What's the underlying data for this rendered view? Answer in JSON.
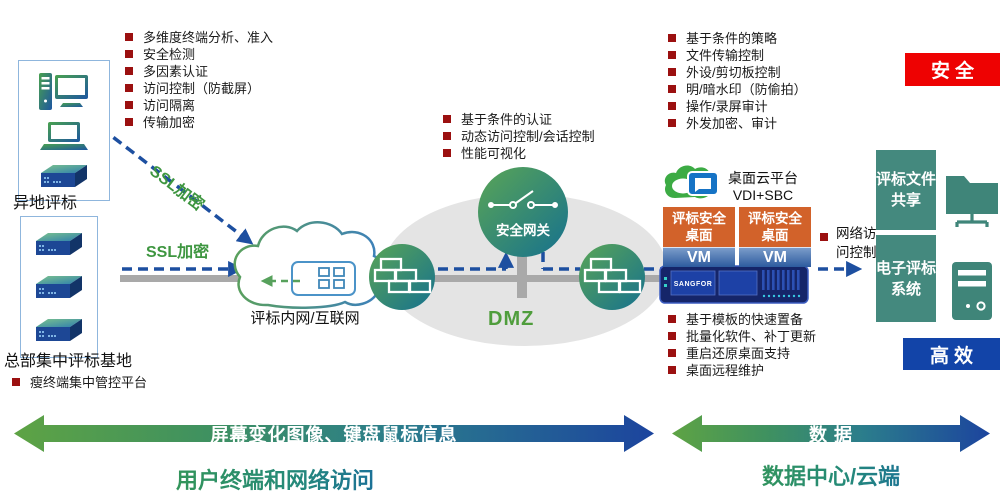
{
  "lists": {
    "endpoint": {
      "items": [
        "多维度终端分析、准入",
        "安全检测",
        "多因素认证",
        "访问控制（防截屏）",
        "访问隔离",
        "传输加密"
      ]
    },
    "gateway": {
      "items": [
        "基于条件的认证",
        "动态访问控制/会话控制",
        "性能可视化"
      ]
    },
    "desktop_security": {
      "items": [
        "基于条件的策略",
        "文件传输控制",
        "外设/剪切板控制",
        "明/暗水印（防偷拍）",
        "操作/录屏审计",
        "外发加密、审计"
      ]
    },
    "desktop_ops": {
      "items": [
        "基于模板的快速置备",
        "批量化软件、补丁更新",
        "重启还原桌面支持",
        "桌面远程维护"
      ]
    },
    "thin_terminal": {
      "items": [
        "瘦终端集中管控平台"
      ]
    }
  },
  "left": {
    "remote_site_label": "异地评标",
    "hq_site_label": "总部集中评标基地",
    "ssl_encrypt_1": "SSL加密",
    "ssl_encrypt_2": "SSL加密"
  },
  "network": {
    "cloud_label": "评标内网/互联网",
    "dmz_label": "DMZ",
    "gateway_label": "安全网关"
  },
  "datacenter": {
    "platform_title": "桌面云平台",
    "platform_subtitle": "VDI+SBC",
    "desktop_box_1": "评标安全桌面",
    "desktop_box_2": "评标安全桌面",
    "vm_1": "VM",
    "vm_2": "VM",
    "server_brand": "SANGFOR",
    "network_access_label": "网络访问控制",
    "file_share_label": "评标文件共享",
    "ebidding_label": "电子评标系统",
    "badge_secure": "安全",
    "badge_efficient": "高效"
  },
  "bottom": {
    "arrow_left_label": "屏幕变化图像、键盘鼠标信息",
    "arrow_right_label": "数 据",
    "zone_left_label": "用户终端和网络访问",
    "zone_right_label": "数据中心/云端"
  },
  "colors": {
    "bullet_red": "#9b1010",
    "ssl_green": "#3e9640",
    "dashed_blue": "#1d4fa0",
    "dmz_gray": "#e4e4e4",
    "node_green": "#5aa556",
    "node_blue": "#16718e",
    "header_orange": "#d2622a",
    "teal_box": "#44897e",
    "badge_secure_red": "#ee0202",
    "badge_efficient_blue": "#1244a8"
  }
}
